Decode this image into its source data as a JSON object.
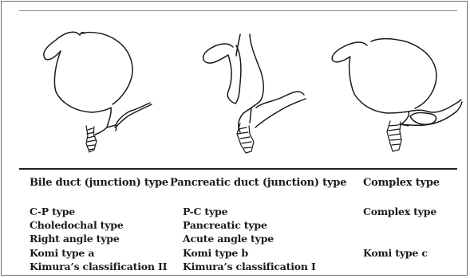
{
  "headers": {
    "bile": "Bile duct (junction) type",
    "pancreatic": "Pancreatic duct (junction) type",
    "complex": "Complex type"
  },
  "columns": {
    "bile": [
      "C-P type",
      "Choledochal type",
      "Right angle type",
      "Komi type a",
      "Kimura’s classification II"
    ],
    "pancreatic": [
      "P-C type",
      "Pancreatic type",
      "Acute angle type",
      "Komi type b",
      "Kimura’s classification I"
    ],
    "complex": [
      "Complex type",
      "",
      "",
      "Komi type c",
      ""
    ]
  }
}
